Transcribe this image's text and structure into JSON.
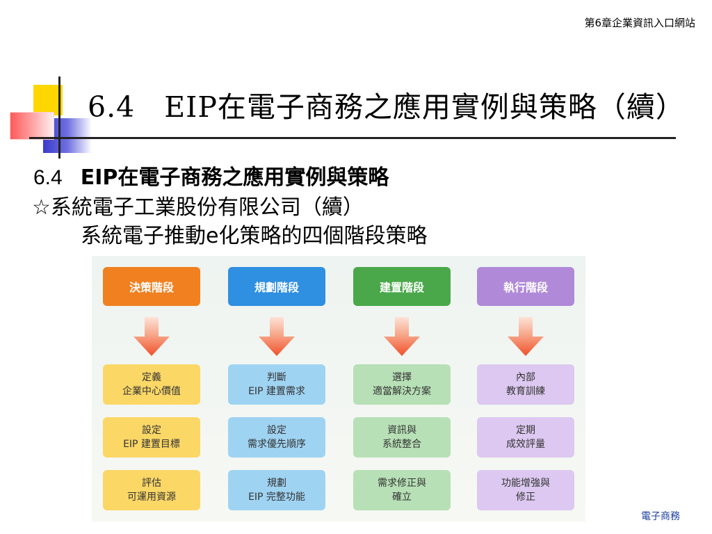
{
  "header": {
    "chapter": "第6章企業資訊入口網站"
  },
  "slide": {
    "title": "6.4　EIP在電子商務之應用實例與策略（續）",
    "line1_num": "6.4",
    "line1_text": "EIP在電子商務之應用實例與策略",
    "line2": "☆系統電子工業股份有限公司（續）",
    "line3": "系統電子推動e化策略的四個階段策略"
  },
  "diagram": {
    "columns": [
      {
        "stage": "決策階段",
        "color": "#f08020",
        "item_color": "#fbd766",
        "items": [
          [
            "定義",
            "企業中心價值"
          ],
          [
            "設定",
            "EIP 建置目標"
          ],
          [
            "評估",
            "可運用資源"
          ]
        ]
      },
      {
        "stage": "規劃階段",
        "color": "#2f8fe0",
        "item_color": "#9fd3f2",
        "items": [
          [
            "判斷",
            "EIP 建置需求"
          ],
          [
            "設定",
            "需求優先順序"
          ],
          [
            "規劃",
            "EIP 完整功能"
          ]
        ]
      },
      {
        "stage": "建置階段",
        "color": "#4aa84a",
        "item_color": "#b7e0b6",
        "items": [
          [
            "選擇",
            "適當解決方案"
          ],
          [
            "資訊與",
            "系統整合"
          ],
          [
            "需求修正與",
            "確立"
          ]
        ]
      },
      {
        "stage": "執行階段",
        "color": "#b08ad8",
        "item_color": "#dcc8f0",
        "items": [
          [
            "內部",
            "教育訓練"
          ],
          [
            "定期",
            "成效評量"
          ],
          [
            "功能增強與",
            "修正"
          ]
        ]
      }
    ],
    "arrow_color": "#f0502a"
  },
  "footer": {
    "text": "電子商務"
  }
}
